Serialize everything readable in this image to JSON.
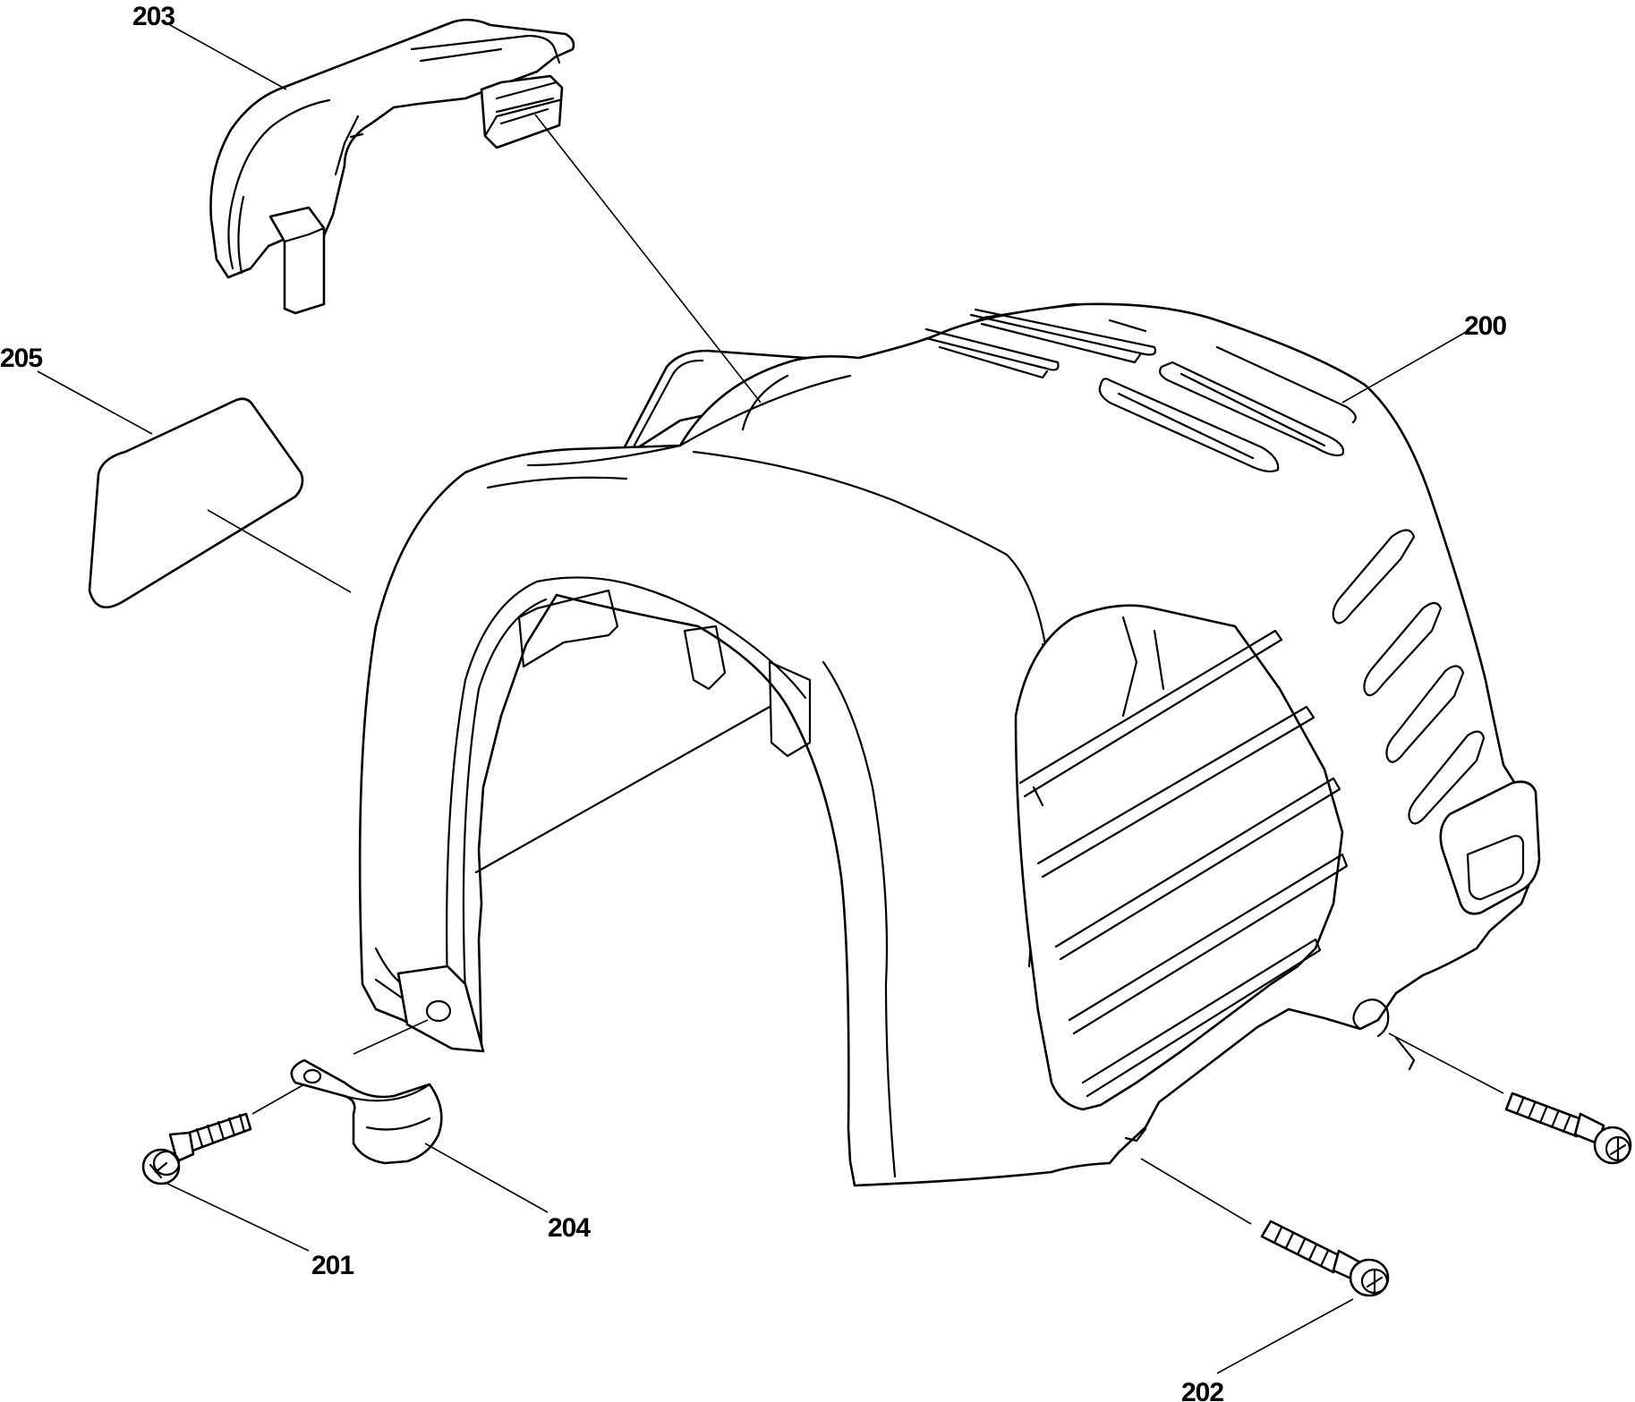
{
  "diagram": {
    "colors": {
      "line": "#000000",
      "background": "#ffffff"
    },
    "callouts": {
      "c200": "200",
      "c201": "201",
      "c202": "202",
      "c203": "203",
      "c204": "204",
      "c205": "205"
    }
  }
}
